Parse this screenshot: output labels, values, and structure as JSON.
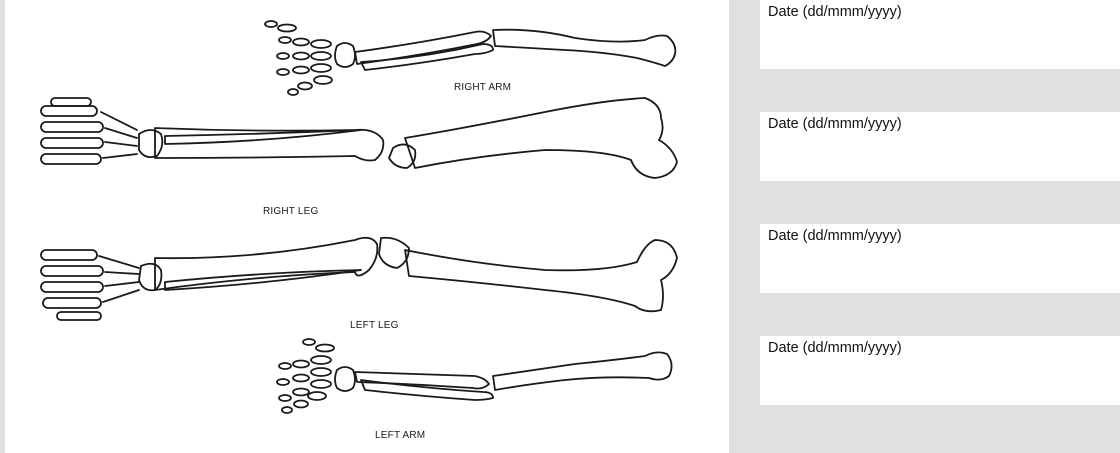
{
  "diagram": {
    "right_arm_label": "RIGHT ARM",
    "right_leg_label": "RIGHT LEG",
    "left_leg_label": "LEFT LEG",
    "left_arm_label": "LEFT ARM"
  },
  "date_fields": [
    {
      "label": "Date (dd/mmm/yyyy)",
      "value": ""
    },
    {
      "label": "Date (dd/mmm/yyyy)",
      "value": ""
    },
    {
      "label": "Date (dd/mmm/yyyy)",
      "value": ""
    },
    {
      "label": "Date (dd/mmm/yyyy)",
      "value": ""
    }
  ],
  "colors": {
    "page_background": "#e0e0e0",
    "panel_background": "#ffffff",
    "line_art": "#1a1a1a"
  }
}
